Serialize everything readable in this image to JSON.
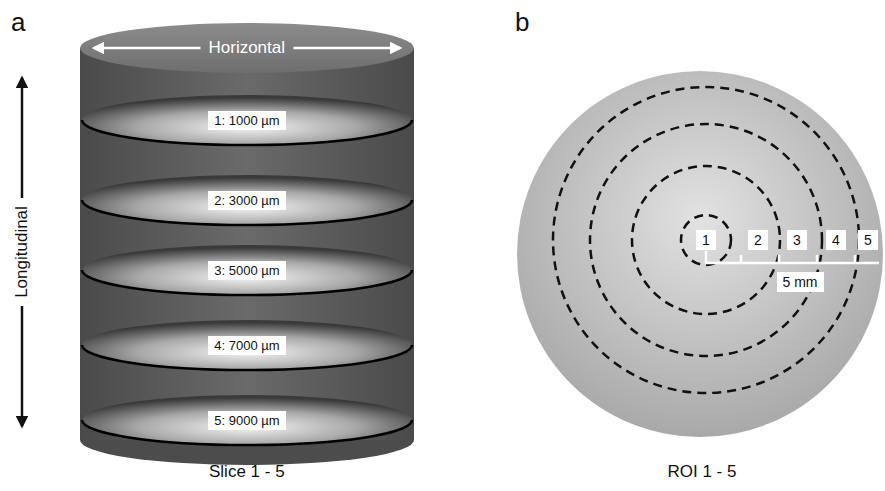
{
  "diagram": {
    "nodes": [
      {
        "text": [
          "1: 1000 µm"
        ]
      },
      {
        "text": [
          "2: 3000 µm"
        ]
      },
      {
        "text": [
          "3: 5000 µm"
        ]
      },
      {
        "text": [
          "4: 7000 µm"
        ]
      },
      {
        "text": [
          "5: 9000 µm"
        ]
      },
      {
        "text": [
          "1"
        ]
      },
      {
        "text": [
          "2"
        ]
      },
      {
        "text": [
          "3"
        ]
      },
      {
        "text": [
          "4"
        ]
      },
      {
        "text": [
          "5"
        ]
      },
      {
        "text": [
          "5 mm"
        ]
      }
    ],
    "labels": [
      "a",
      "Horizontal",
      "Longitudinal",
      "Slice 1 - 5",
      "b",
      "ROI 1 - 5"
    ]
  }
}
